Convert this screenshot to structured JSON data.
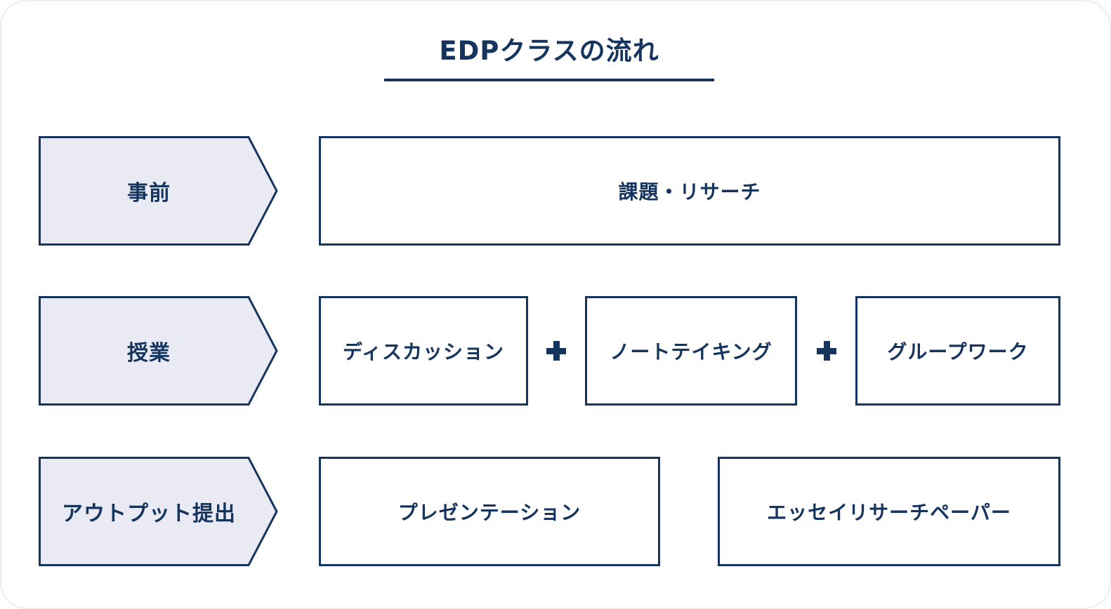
{
  "title": {
    "text": "EDPクラスの流れ"
  },
  "colors": {
    "navy": "#16355E",
    "arrow_fill": "#E9EAF4",
    "box_fill": "#FFFFFF",
    "card_border": "#ECEDF5"
  },
  "icons": {
    "separator": "plus-icon"
  },
  "rows": [
    {
      "stage": "事前",
      "items": [
        {
          "label": "課題・リサーチ"
        }
      ]
    },
    {
      "stage": "授業",
      "separator": "+",
      "items": [
        {
          "label": "ディスカッション"
        },
        {
          "label": "ノートテイキング"
        },
        {
          "label": "グループワーク"
        }
      ]
    },
    {
      "stage": "アウトプット提出",
      "items": [
        {
          "label": "プレゼンテーション"
        },
        {
          "label": "エッセイリサーチペーパー"
        }
      ]
    }
  ]
}
